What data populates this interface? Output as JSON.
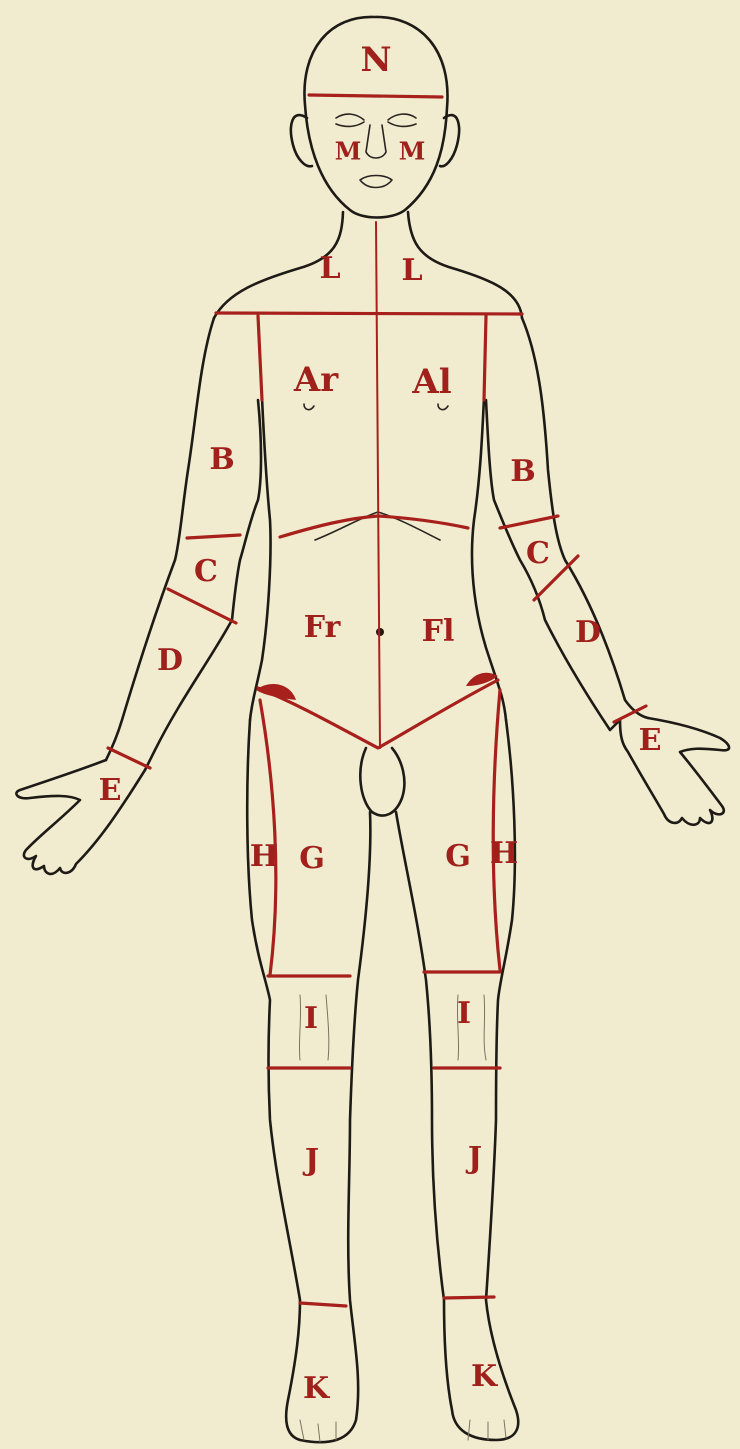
{
  "colors": {
    "paper": "#f1ecd0",
    "outline": "#1e1a16",
    "region_lines": "#a8201c"
  },
  "labels": {
    "head": "N",
    "face_right": "M",
    "face_left": "M",
    "neck_right": "L",
    "neck_left": "L",
    "chest_right": "Ar",
    "chest_left": "Al",
    "upper_arm_right": "B",
    "upper_arm_left": "B",
    "elbow_right": "C",
    "elbow_left": "C",
    "forearm_right": "D",
    "forearm_left": "D",
    "hand_right": "E",
    "hand_left": "E",
    "abdomen_right": "Fr",
    "abdomen_left": "Fl",
    "front_thigh_right": "G",
    "front_thigh_left": "G",
    "outer_thigh_right": "H",
    "outer_thigh_left": "H",
    "knee_right": "I",
    "knee_left": "I",
    "lower_leg_right": "J",
    "lower_leg_left": "J",
    "foot_right": "K",
    "foot_left": "K"
  }
}
